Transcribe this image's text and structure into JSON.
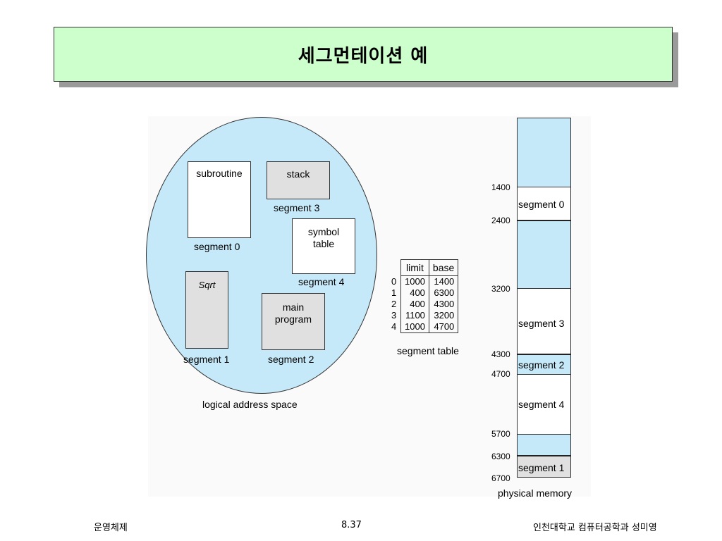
{
  "slide": {
    "title": "세그먼테이션 예",
    "footer_left": "운영체제",
    "footer_center": "8.37",
    "footer_right": "인천대학교 컴퓨터공학과 성미영"
  },
  "logical_space": {
    "caption": "logical address space",
    "blocks": {
      "subroutine": {
        "text": "subroutine",
        "label": "segment 0"
      },
      "stack": {
        "text": "stack",
        "label": "segment 3"
      },
      "symbol_table": {
        "line1": "symbol",
        "line2": "table",
        "label": "segment 4"
      },
      "sqrt": {
        "text": "Sqrt",
        "label": "segment 1"
      },
      "main_program": {
        "line1": "main",
        "line2": "program",
        "label": "segment 2"
      }
    }
  },
  "segment_table": {
    "caption": "segment table",
    "headers": [
      "limit",
      "base"
    ],
    "rows": [
      {
        "index": "0",
        "limit": "1000",
        "base": "1400"
      },
      {
        "index": "1",
        "limit": "400",
        "base": "6300"
      },
      {
        "index": "2",
        "limit": "400",
        "base": "4300"
      },
      {
        "index": "3",
        "limit": "1100",
        "base": "3200"
      },
      {
        "index": "4",
        "limit": "1000",
        "base": "4700"
      }
    ]
  },
  "physical_memory": {
    "caption": "physical memory",
    "addresses": [
      "1400",
      "2400",
      "3200",
      "4300",
      "4700",
      "5700",
      "6300",
      "6700"
    ],
    "segments": [
      "segment 0",
      "segment 3",
      "segment 2",
      "segment 4",
      "segment 1"
    ]
  },
  "colors": {
    "title_bg": "#ccffcc",
    "region_blue": "#c6e9f9",
    "segment_white": "#ffffff",
    "segment_gray": "#e0e0e0"
  }
}
